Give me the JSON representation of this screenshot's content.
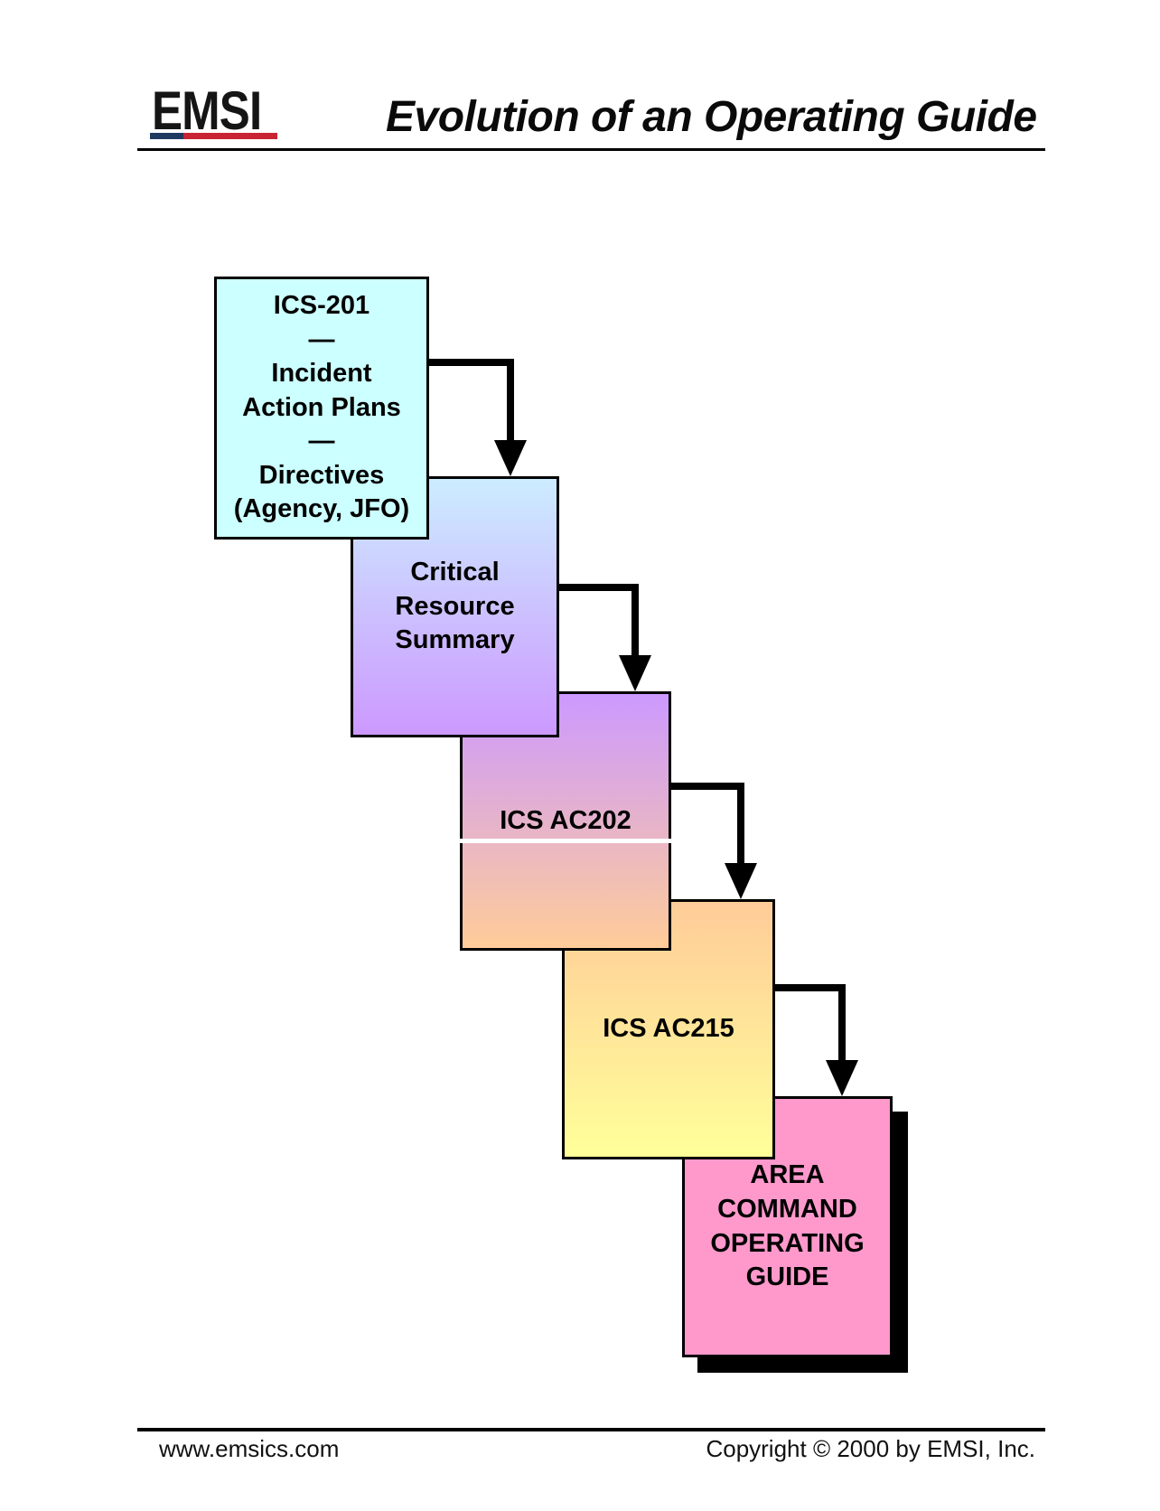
{
  "header": {
    "logo_text": "EMSI",
    "title": "Evolution of an Operating Guide",
    "logo_bar_colors": {
      "left": "#1F3A60",
      "right": "#C82433"
    }
  },
  "diagram": {
    "box_border_color": "#000000",
    "connector_color": "#000000",
    "shadow_color": "#000000",
    "boxes": [
      {
        "name": "ics-201",
        "lines": [
          "ICS-201",
          "—",
          "Incident",
          "Action Plans",
          "—",
          "Directives",
          "(Agency, JFO)"
        ],
        "fill": "#CCFFFF"
      },
      {
        "name": "critical-resource-summary",
        "lines": [
          "Critical",
          "Resource",
          "Summary"
        ],
        "fill": [
          "#CCECFF",
          "#CC99FF"
        ]
      },
      {
        "name": "ics-ac202",
        "lines": [
          "ICS AC202"
        ],
        "fill": [
          "#CC99FF",
          "#FFCC99"
        ]
      },
      {
        "name": "ics-ac215",
        "lines": [
          "ICS AC215"
        ],
        "fill": [
          "#FFCC99",
          "#FFFF99"
        ]
      },
      {
        "name": "area-command-operating-guide",
        "lines": [
          "AREA",
          "COMMAND",
          "OPERATING",
          "GUIDE"
        ],
        "fill": "#FF99CC"
      }
    ]
  },
  "footer": {
    "website": "www.emsics.com",
    "copyright": "Copyright © 2000 by EMSI, Inc."
  }
}
